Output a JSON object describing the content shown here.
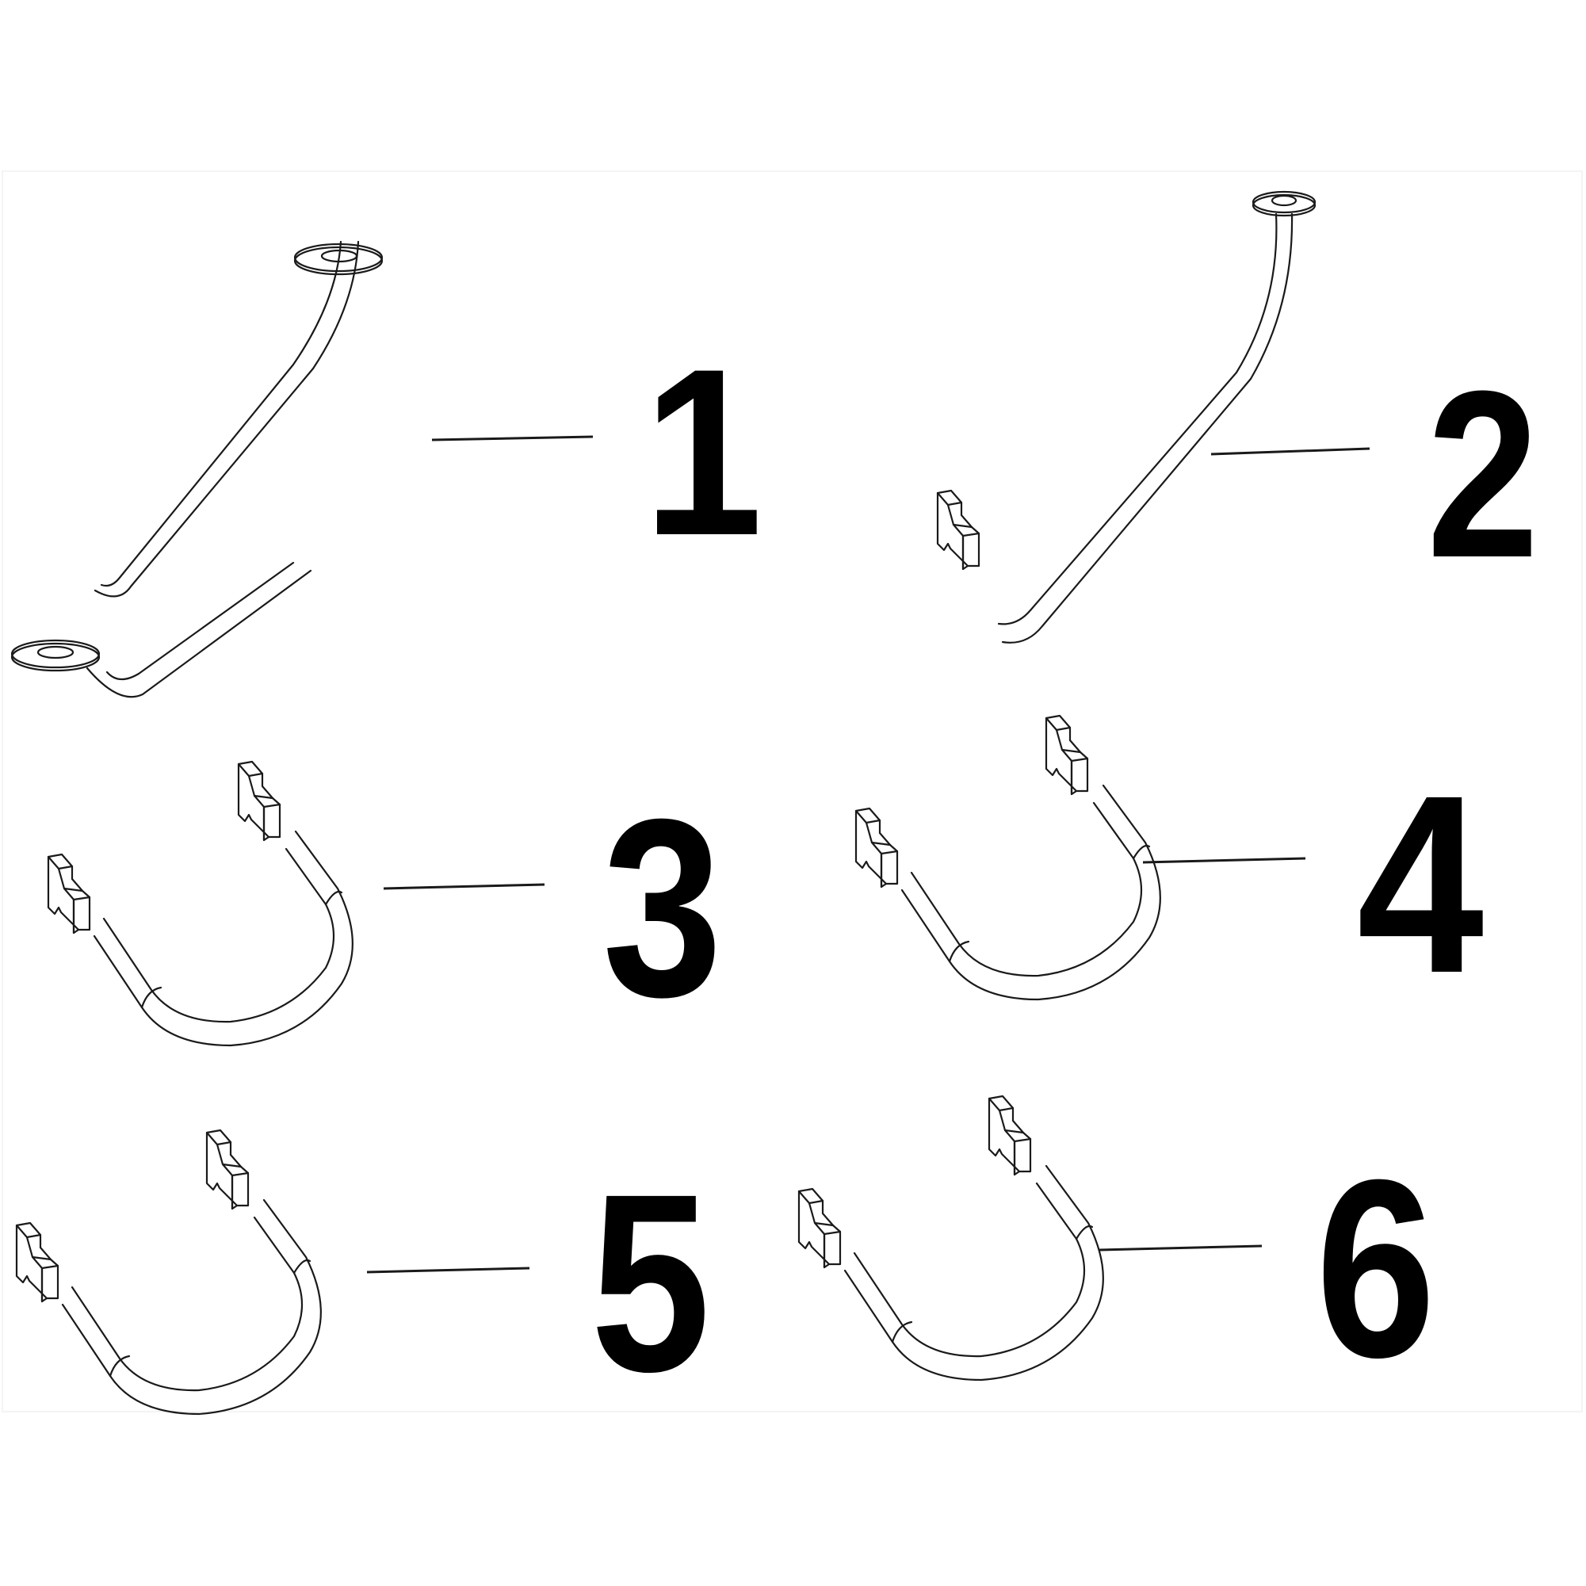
{
  "diagram": {
    "type": "parts-callout-diagram",
    "background": "#ffffff",
    "line_color": "#1a1a1a",
    "callout_color": "#000000",
    "parts": [
      {
        "id": 1,
        "label": "1",
        "description": "wire with ring terminal on both ends"
      },
      {
        "id": 2,
        "label": "2",
        "description": "wire with ring terminal and connector plug"
      },
      {
        "id": 3,
        "label": "3",
        "description": "U-shaped jumper wire with two connector plugs"
      },
      {
        "id": 4,
        "label": "4",
        "description": "U-shaped jumper wire with two connector plugs"
      },
      {
        "id": 5,
        "label": "5",
        "description": "U-shaped jumper wire with two connector plugs"
      },
      {
        "id": 6,
        "label": "6",
        "description": "U-shaped jumper wire with two connector plugs"
      }
    ]
  }
}
